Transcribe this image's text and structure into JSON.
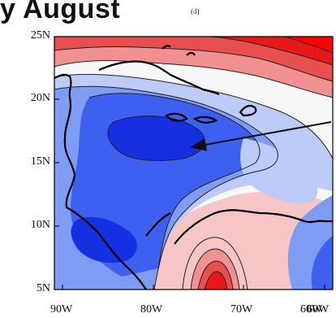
{
  "title": "y August",
  "panel_label": "(d)",
  "map": {
    "lat_ticks": [
      "25N",
      "20N",
      "15N",
      "10N",
      "5N"
    ],
    "lon_ticks": [
      "90W",
      "80W",
      "70W",
      "60W"
    ],
    "lon_tick_overlap_label": "60W",
    "lat_range": [
      5,
      25
    ],
    "lon_range": [
      -90,
      -60
    ],
    "colors": {
      "deep_blue": "#1530e0",
      "mid_blue": "#3d60f0",
      "light_blue": "#7f9cf5",
      "pale_blue": "#bccbf8",
      "white": "#f7f7f7",
      "pale_red": "#f6c6c6",
      "light_red": "#f09090",
      "mid_red": "#e85050",
      "deep_red": "#e81818"
    }
  }
}
